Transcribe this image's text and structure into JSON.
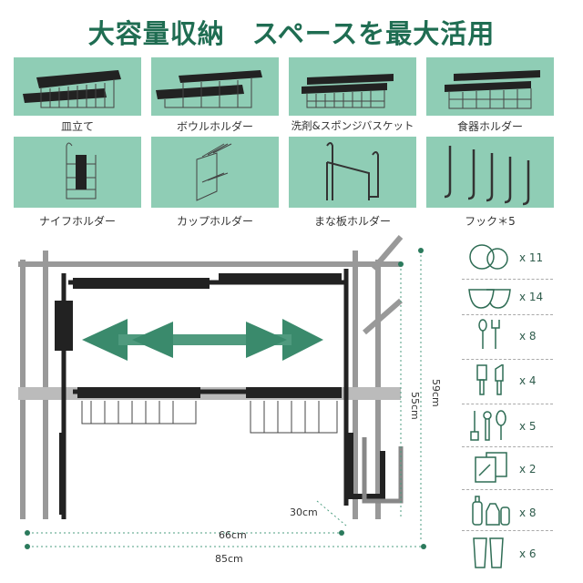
{
  "title": "大容量収納　スペースを最大活用",
  "accessories": [
    {
      "label": "皿立て",
      "icon": "dish-rack-icon"
    },
    {
      "label": "ボウルホルダー",
      "icon": "bowl-holder-icon"
    },
    {
      "label": "洗剤&スポンジバスケット",
      "icon": "sponge-basket-icon"
    },
    {
      "label": "食器ホルダー",
      "icon": "utensil-holder-icon"
    },
    {
      "label": "ナイフホルダー",
      "icon": "knife-holder-icon"
    },
    {
      "label": "カップホルダー",
      "icon": "cup-holder-icon"
    },
    {
      "label": "まな板ホルダー",
      "icon": "cutting-board-holder-icon"
    },
    {
      "label": "フック＊5",
      "icon": "hooks-icon"
    }
  ],
  "dimensions": {
    "height_total": "59cm",
    "height_inner": "55cm",
    "depth": "30cm",
    "width_min": "66cm",
    "width_max": "85cm"
  },
  "capacity": [
    {
      "item": "plates-icon",
      "count": "x 11"
    },
    {
      "item": "bowls-icon",
      "count": "x 14"
    },
    {
      "item": "cutlery-icon",
      "count": "x 8"
    },
    {
      "item": "knives-icon",
      "count": "x 4"
    },
    {
      "item": "kitchen-tools-icon",
      "count": "x 5"
    },
    {
      "item": "cutting-boards-icon",
      "count": "x 2"
    },
    {
      "item": "bottles-icon",
      "count": "x 8"
    },
    {
      "item": "glasses-icon",
      "count": "x 6"
    }
  ],
  "colors": {
    "accent": "#1f6d52",
    "tile": "#8fcdb5"
  }
}
